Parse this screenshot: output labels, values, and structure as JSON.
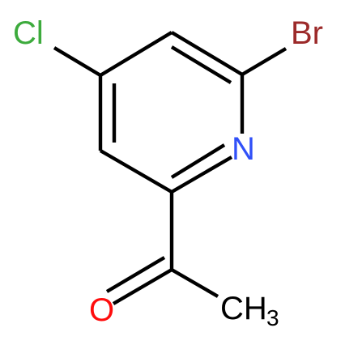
{
  "molecule": {
    "atoms": {
      "cl": {
        "text": "Cl",
        "color": "#3dab3d"
      },
      "br": {
        "text": "Br",
        "color": "#9c2a2a"
      },
      "n": {
        "text": "N",
        "color": "#3050f8"
      },
      "o": {
        "text": "O",
        "color": "#ff0d0d"
      },
      "ch3": {
        "text": "CH",
        "subscript": "3",
        "color": "#000000"
      }
    }
  }
}
